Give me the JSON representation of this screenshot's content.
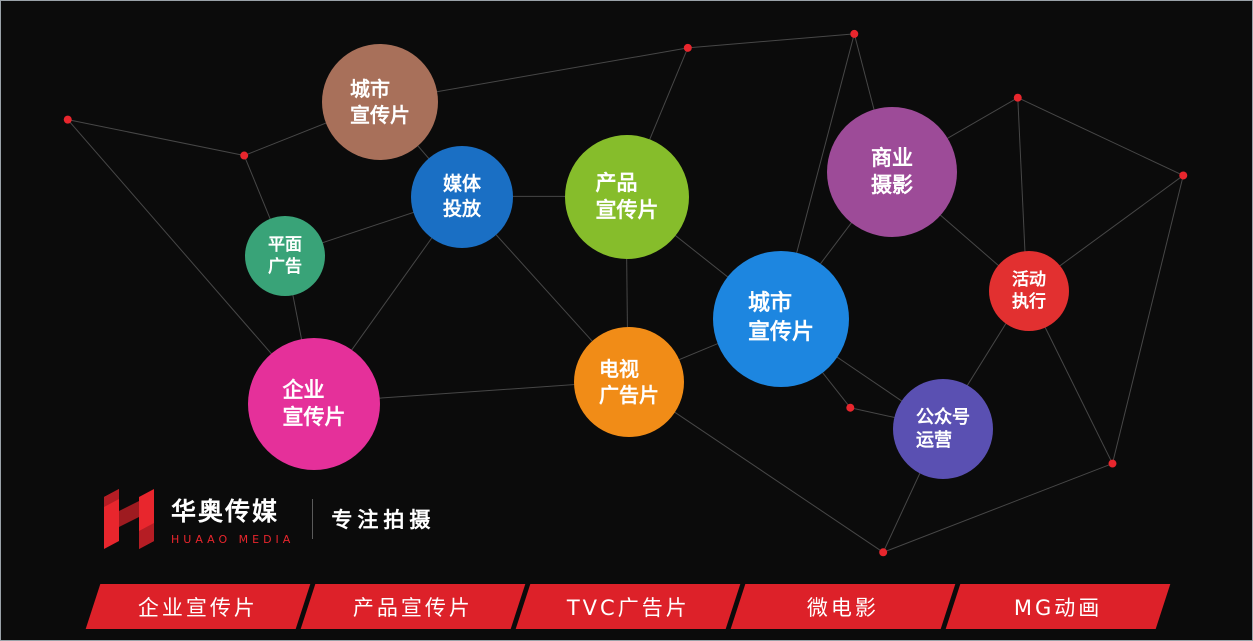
{
  "page": {
    "background": "#0b0b0b",
    "accent_red": "#e8262d",
    "network_line_color": "#474747"
  },
  "bubbles": [
    {
      "name": "bubble-city-promo-brown",
      "line1": "城市",
      "line2": "宣传片",
      "color": "#a8705a"
    },
    {
      "name": "bubble-media-placement",
      "line1": "媒体",
      "line2": "投放",
      "color": "#1a6fc4"
    },
    {
      "name": "bubble-print-advertising",
      "line1": "平面",
      "line2": "广告",
      "color": "#39a378"
    },
    {
      "name": "bubble-product-promo",
      "line1": "产品",
      "line2": "宣传片",
      "color": "#86bd2b"
    },
    {
      "name": "bubble-commercial-photography",
      "line1": "商业",
      "line2": "摄影",
      "color": "#9d4b98"
    },
    {
      "name": "bubble-city-promo-blue",
      "line1": "城市",
      "line2": "宣传片",
      "color": "#1d86e0"
    },
    {
      "name": "bubble-event-execution",
      "line1": "活动",
      "line2": "执行",
      "color": "#e23030"
    },
    {
      "name": "bubble-tv-commercial",
      "line1": "电视",
      "line2": "广告片",
      "color": "#f18c17"
    },
    {
      "name": "bubble-corporate-promo",
      "line1": "企业",
      "line2": "宣传片",
      "color": "#e5309a"
    },
    {
      "name": "bubble-official-account-ops",
      "line1": "公众号",
      "line2": "运营",
      "color": "#5a50b2"
    }
  ],
  "logo": {
    "brand_cn": "华奥传媒",
    "brand_en": "HUAAO MEDIA",
    "tagline": "专注拍摄"
  },
  "footer_buttons": [
    {
      "label": "企业宣传片"
    },
    {
      "label": "产品宣传片"
    },
    {
      "label": "TVC广告片"
    },
    {
      "label": "微电影"
    },
    {
      "label": "MG动画"
    }
  ]
}
